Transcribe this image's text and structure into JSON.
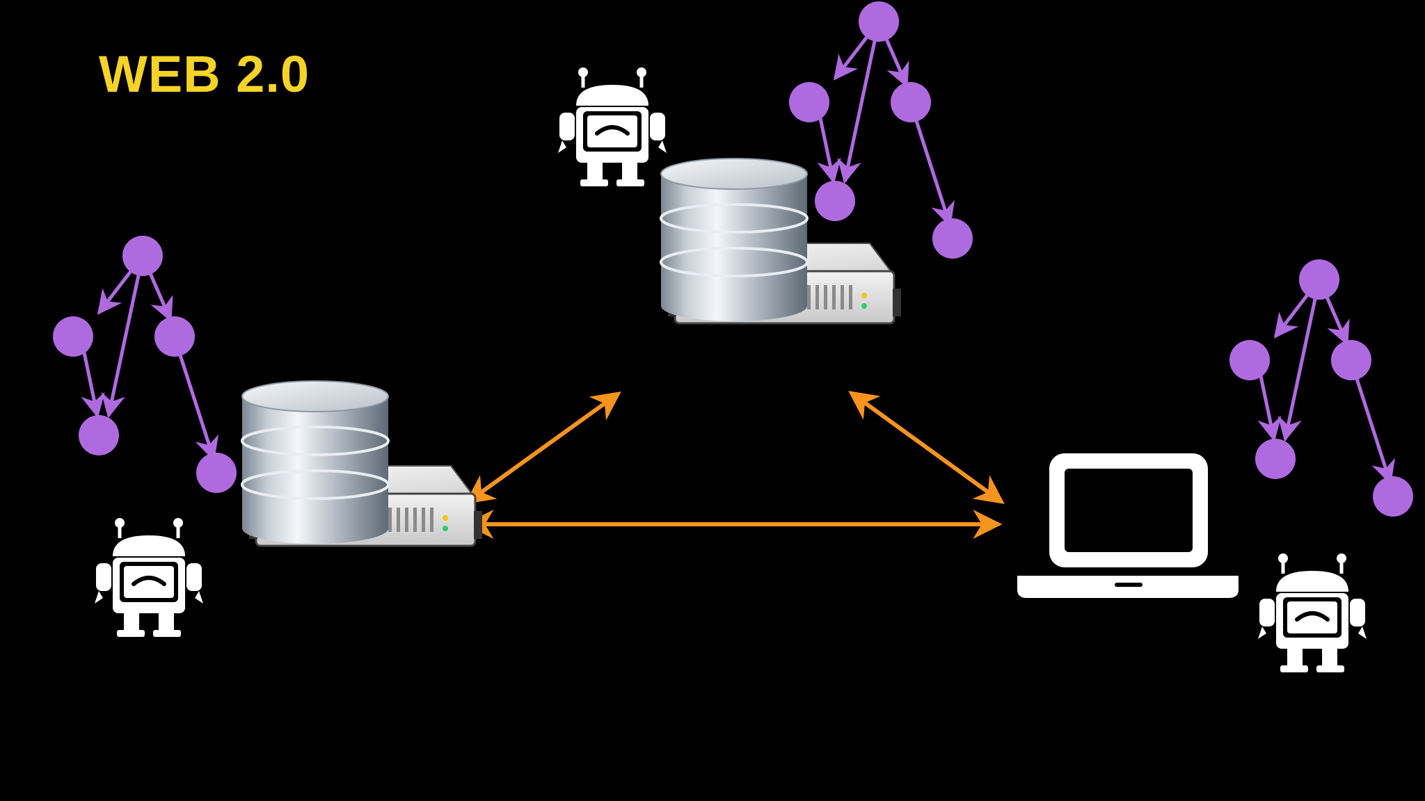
{
  "title": "WEB 2.0",
  "colors": {
    "background": "#000000",
    "title": "#f5d327",
    "graph": "#b06ae0",
    "link": "#f7941d",
    "icons": "#ffffff"
  },
  "nodes": [
    {
      "id": "server-left",
      "icon": "database-server-icon"
    },
    {
      "id": "server-top",
      "icon": "database-server-icon"
    },
    {
      "id": "laptop-right",
      "icon": "laptop-icon"
    }
  ],
  "links": [
    {
      "from": "server-left",
      "to": "server-top",
      "bidirectional": true
    },
    {
      "from": "server-top",
      "to": "laptop-right",
      "bidirectional": true
    },
    {
      "from": "server-left",
      "to": "laptop-right",
      "bidirectional": true
    }
  ],
  "knowledge_graphs": [
    {
      "attached_to": "server-left",
      "icon": "graph-icon"
    },
    {
      "attached_to": "server-top",
      "icon": "graph-icon"
    },
    {
      "attached_to": "laptop-right",
      "icon": "graph-icon"
    }
  ],
  "agents": [
    {
      "attached_to": "server-left",
      "icon": "robot-icon"
    },
    {
      "attached_to": "server-top",
      "icon": "robot-icon"
    },
    {
      "attached_to": "laptop-right",
      "icon": "robot-icon"
    }
  ]
}
